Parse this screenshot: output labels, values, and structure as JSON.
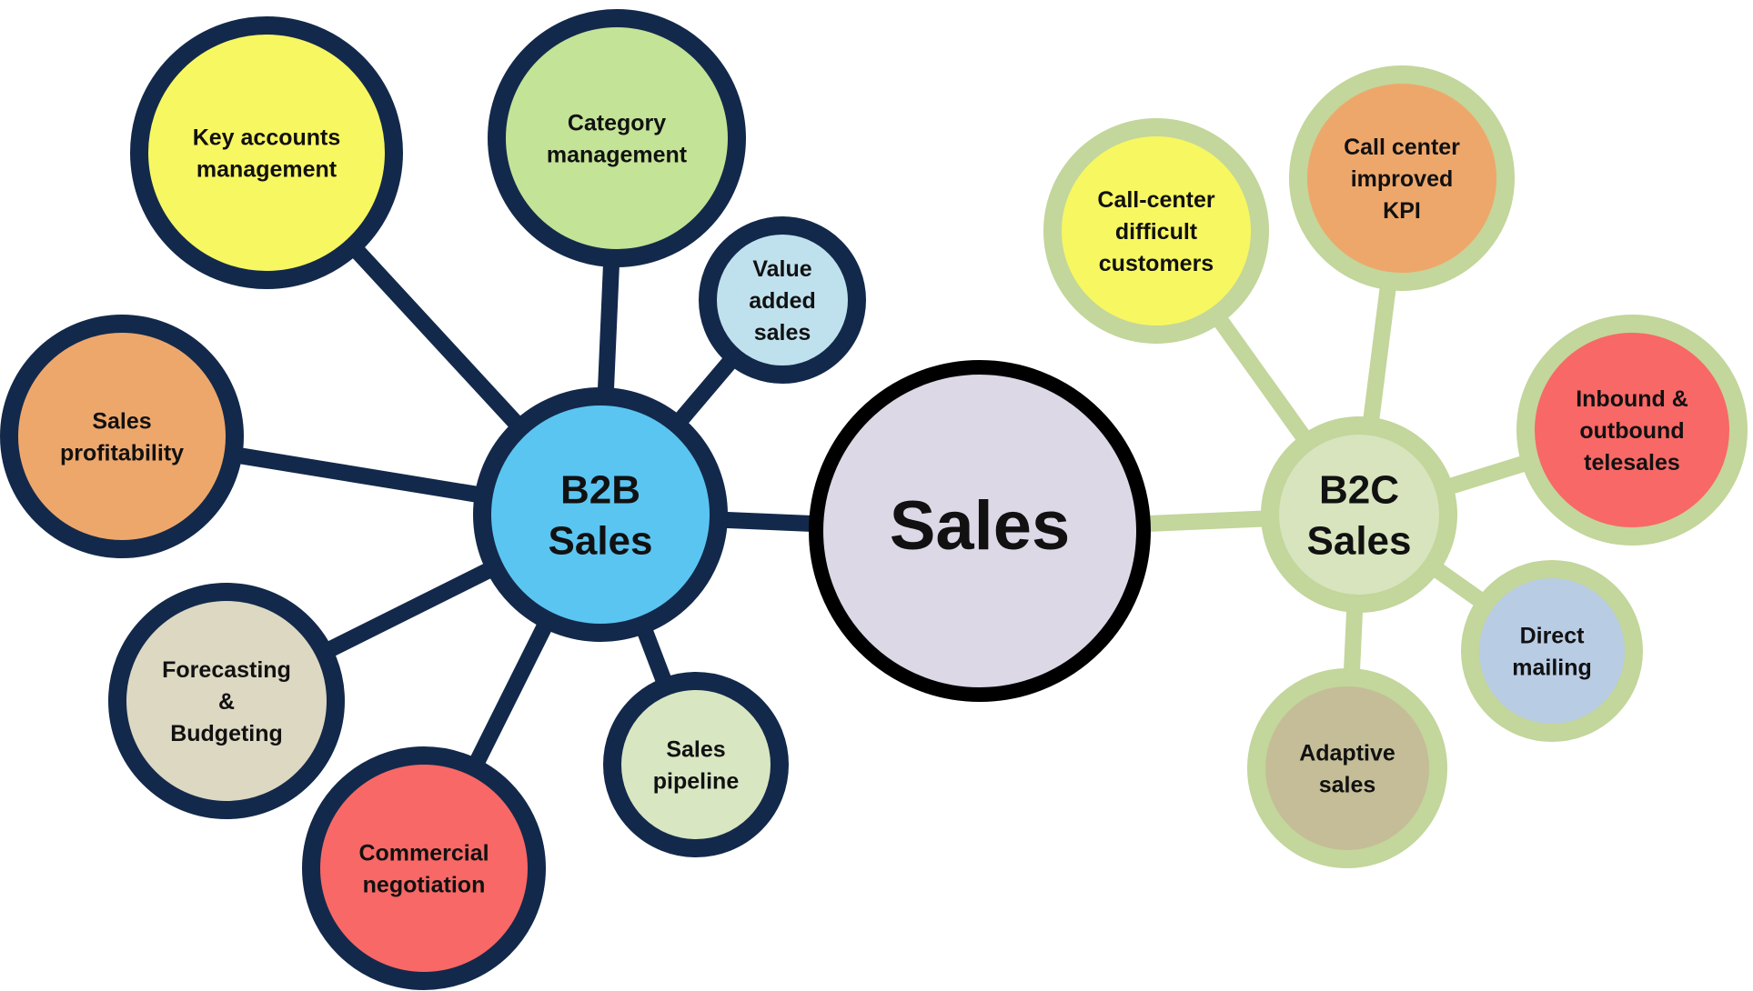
{
  "diagram": {
    "center": {
      "label": "Sales"
    },
    "b2b": {
      "hub_label": "B2B Sales",
      "nodes": [
        {
          "key": "key-accounts",
          "label": "Key accounts management"
        },
        {
          "key": "category",
          "label": "Category management"
        },
        {
          "key": "value-added",
          "label": "Value added sales"
        },
        {
          "key": "profitability",
          "label": "Sales profitability"
        },
        {
          "key": "forecasting",
          "label": "Forecasting & Budgeting"
        },
        {
          "key": "negotiation",
          "label": "Commercial negotiation"
        },
        {
          "key": "pipeline",
          "label": "Sales pipeline"
        }
      ]
    },
    "b2c": {
      "hub_label": "B2C Sales",
      "nodes": [
        {
          "key": "difficult-customers",
          "label": "Call-center difficult customers"
        },
        {
          "key": "kpi",
          "label": "Call center improved KPI"
        },
        {
          "key": "telesales",
          "label": "Inbound & outbound telesales"
        },
        {
          "key": "direct-mailing",
          "label": "Direct mailing"
        },
        {
          "key": "adaptive",
          "label": "Adaptive sales"
        }
      ]
    },
    "colors": {
      "b2b_ring": "#13294b",
      "b2c_ring": "#c3d69b",
      "center_ring": "#000000",
      "center_fill": "#dcd8e6",
      "b2b_hub_fill": "#5bc5f2",
      "b2c_hub_fill": "#d7e4bd",
      "yellow": "#f7f761",
      "green": "#c3e396",
      "light_blue": "#bfe1ee",
      "orange": "#eea76b",
      "beige": "#ddd8c2",
      "red": "#f86866",
      "pale_green": "#d8e6c2",
      "periwinkle": "#b8cce4",
      "olive": "#c4bd97"
    }
  }
}
